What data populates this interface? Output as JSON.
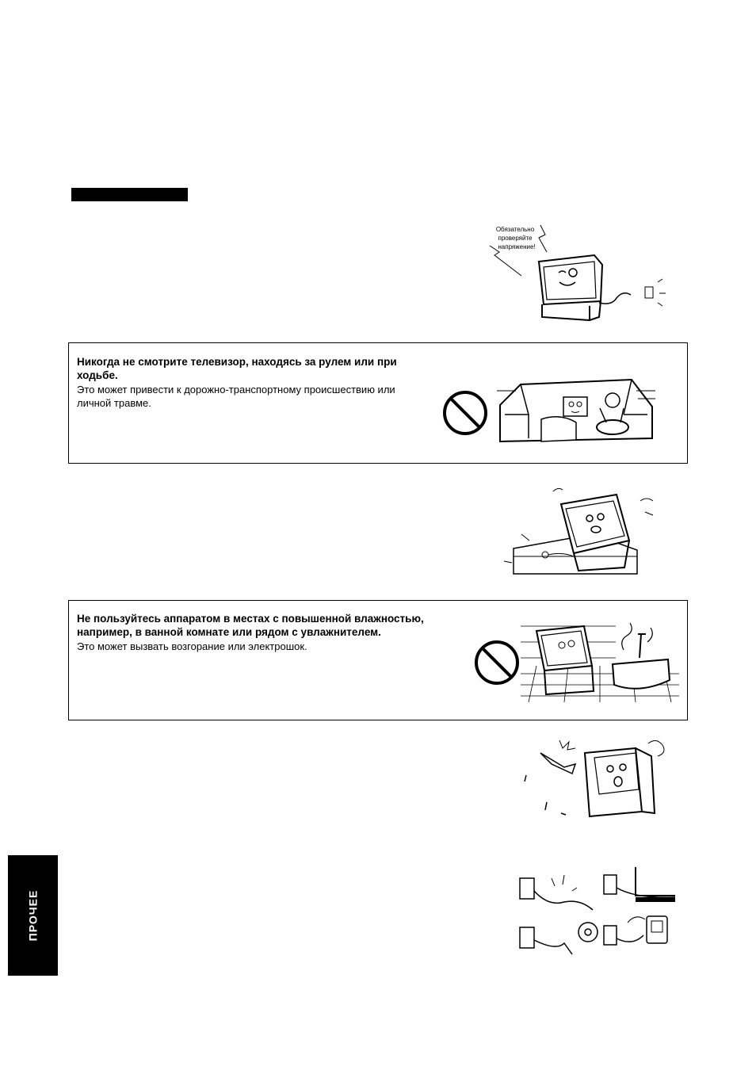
{
  "illustration_voltage": {
    "speech_line1": "Обязательно",
    "speech_line2": "проверяйте",
    "speech_line3": "напряжение!"
  },
  "warning_driving": {
    "title_line1": "Никогда не смотрите телевизор, находясь за рулем или при",
    "title_line2": "ходьбе.",
    "text_line1": "Это может привести к дорожно-транспортному происшествию или",
    "text_line2": "личной травме."
  },
  "warning_humidity": {
    "title_line1": "Не пользуйтесь аппаратом в местах с повышенной влажностью,",
    "title_line2": "например, в ванной комнате или рядом с увлажнителем.",
    "text_line1": "Это может вызвать возгорание или электрошок."
  },
  "side_tab": {
    "label": "ПРОЧЕЕ"
  }
}
